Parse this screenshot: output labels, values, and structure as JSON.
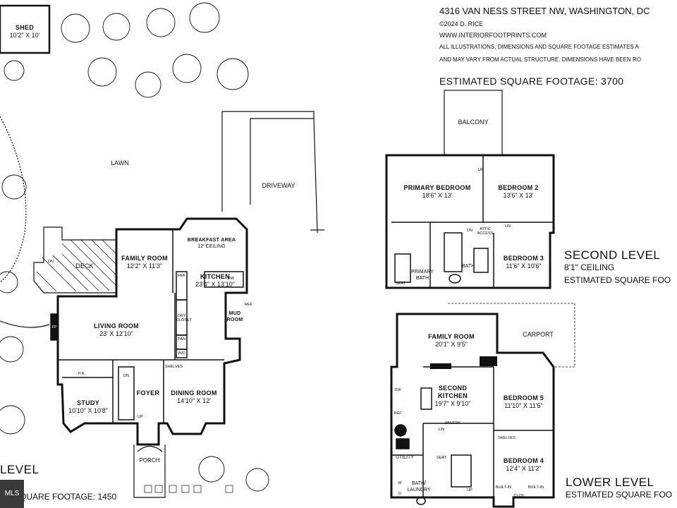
{
  "header": {
    "address": "4316 VAN NESS STREET NW, WASHINGTON, DC",
    "copyright": "©2024 D. RICE",
    "website": "WWW.INTERIORFOOTPRINTS.COM",
    "disclaimer_1": "ALL ILLUSTRATIONS, DIMENSIONS AND SQUARE FOOTAGE ESTIMATES A",
    "disclaimer_2": "AND MAY VARY FROM ACTUAL STRUCTURE. DIMENSIONS HAVE BEEN RO",
    "total_sqft": "ESTIMATED SQUARE FOOTAGE: 3700"
  },
  "site": {
    "shed": {
      "name": "SHED",
      "dims": "10'2\" X 10'"
    },
    "lawn": "LAWN",
    "driveway": "DRIVEWAY",
    "deck": "DECK",
    "porch": "PORCH",
    "dn": "DN",
    "up": "UP"
  },
  "main_level": {
    "title": "LEVEL",
    "sqft": "SQUARE FOOTAGE: 1450",
    "rooms": [
      {
        "name": "FAMILY ROOM",
        "dims": "12'2\" X 11'3\""
      },
      {
        "name": "BREAKFAST AREA",
        "dims": "12' CEILING"
      },
      {
        "name": "KITCHEN",
        "dims": "23'4\" X 13'10\""
      },
      {
        "name": "LIVING ROOM",
        "dims": "23' X 12'10\""
      },
      {
        "name": "MUD ROOM",
        "dims": ""
      },
      {
        "name": "STUDY",
        "dims": "10'10\" X 10'8\""
      },
      {
        "name": "FOYER",
        "dims": ""
      },
      {
        "name": "DINING ROOM",
        "dims": "14'10\" X 12'"
      }
    ],
    "small_labels": [
      "REF",
      "DW",
      "P.R.",
      "FP",
      "PAN",
      "W/D",
      "SHELVES",
      "REF",
      "DRY CLOSET"
    ]
  },
  "second_level": {
    "title": "SECOND LEVEL",
    "ceiling": "8'1\" CEILING",
    "sqft": "ESTIMATED SQUARE FOO",
    "balcony": "BALCONY",
    "rooms": [
      {
        "name": "PRIMARY BEDROOM",
        "dims": "18'6\" X 13'"
      },
      {
        "name": "BEDROOM 2",
        "dims": "13'6\" X 13'"
      },
      {
        "name": "BEDROOM 3",
        "dims": "11'6\" X 10'6\""
      },
      {
        "name": "PRIMARY BATH",
        "dims": ""
      },
      {
        "name": "BATH",
        "dims": ""
      }
    ],
    "small_labels": [
      "UP",
      "DN",
      "ATTIC ACCESS",
      "LIN",
      "SEAT"
    ]
  },
  "lower_level": {
    "title": "LOWER LEVEL",
    "sqft": "ESTIMATED SQUARE FOO",
    "carport": "CARPORT",
    "rooms": [
      {
        "name": "FAMILY ROOM",
        "dims": "20'1\" X 9'5\""
      },
      {
        "name": "SECOND KITCHEN",
        "dims": "19'7\" X 9'10\""
      },
      {
        "name": "BEDROOM 5",
        "dims": "11'10\" X 11'5\""
      },
      {
        "name": "BEDROOM 4",
        "dims": "12'4\" X 11'2\""
      },
      {
        "name": "UTILITY",
        "dims": ""
      },
      {
        "name": "BATH/ LAUNDRY",
        "dims": ""
      }
    ],
    "small_labels": [
      "DW",
      "REF",
      "PANTRY",
      "LIN",
      "SHELVES",
      "SEAT",
      "BUILT-IN",
      "CLOS",
      "UP",
      "W",
      "D"
    ]
  },
  "badge": "MLS"
}
